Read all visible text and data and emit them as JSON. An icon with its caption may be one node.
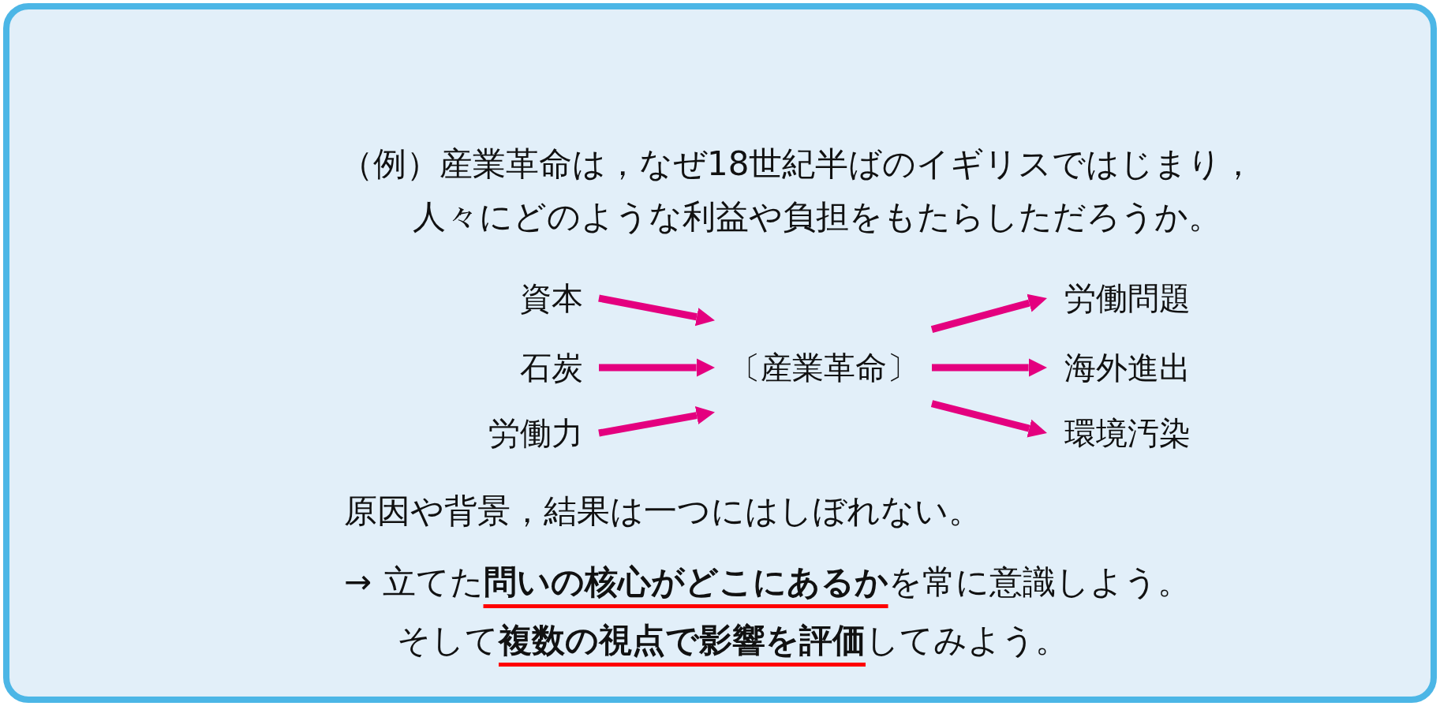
{
  "diagram": {
    "title": "（例）産業革命は，なぜ18世紀半ばのイギリスではじまり，人々にどのような利益や負担をもたらしただろうか。",
    "nodes": [
      {
        "text": [
          "資本"
        ]
      },
      {
        "text": [
          "石炭"
        ]
      },
      {
        "text": [
          "労働力"
        ]
      },
      {
        "text": [
          "〔産業革命〕"
        ]
      },
      {
        "text": [
          "労働問題"
        ]
      },
      {
        "text": [
          "海外進出"
        ]
      },
      {
        "text": [
          "環境汚染"
        ]
      }
    ],
    "edges": [
      {
        "from": 0,
        "to": 3,
        "arrow": "to"
      },
      {
        "from": 1,
        "to": 3,
        "arrow": "to"
      },
      {
        "from": 2,
        "to": 3,
        "arrow": "to"
      },
      {
        "from": 3,
        "to": 4,
        "arrow": "to"
      },
      {
        "from": 3,
        "to": 5,
        "arrow": "to"
      },
      {
        "from": 3,
        "to": 6,
        "arrow": "to"
      }
    ],
    "labels": [
      "原因や背景，結果は一つにはしぼれない。",
      "→ 立てた**問いの核心がどこにあるか**を常に意識しよう。",
      "そして**複数の視点で影響を評価**してみよう。"
    ]
  }
}
